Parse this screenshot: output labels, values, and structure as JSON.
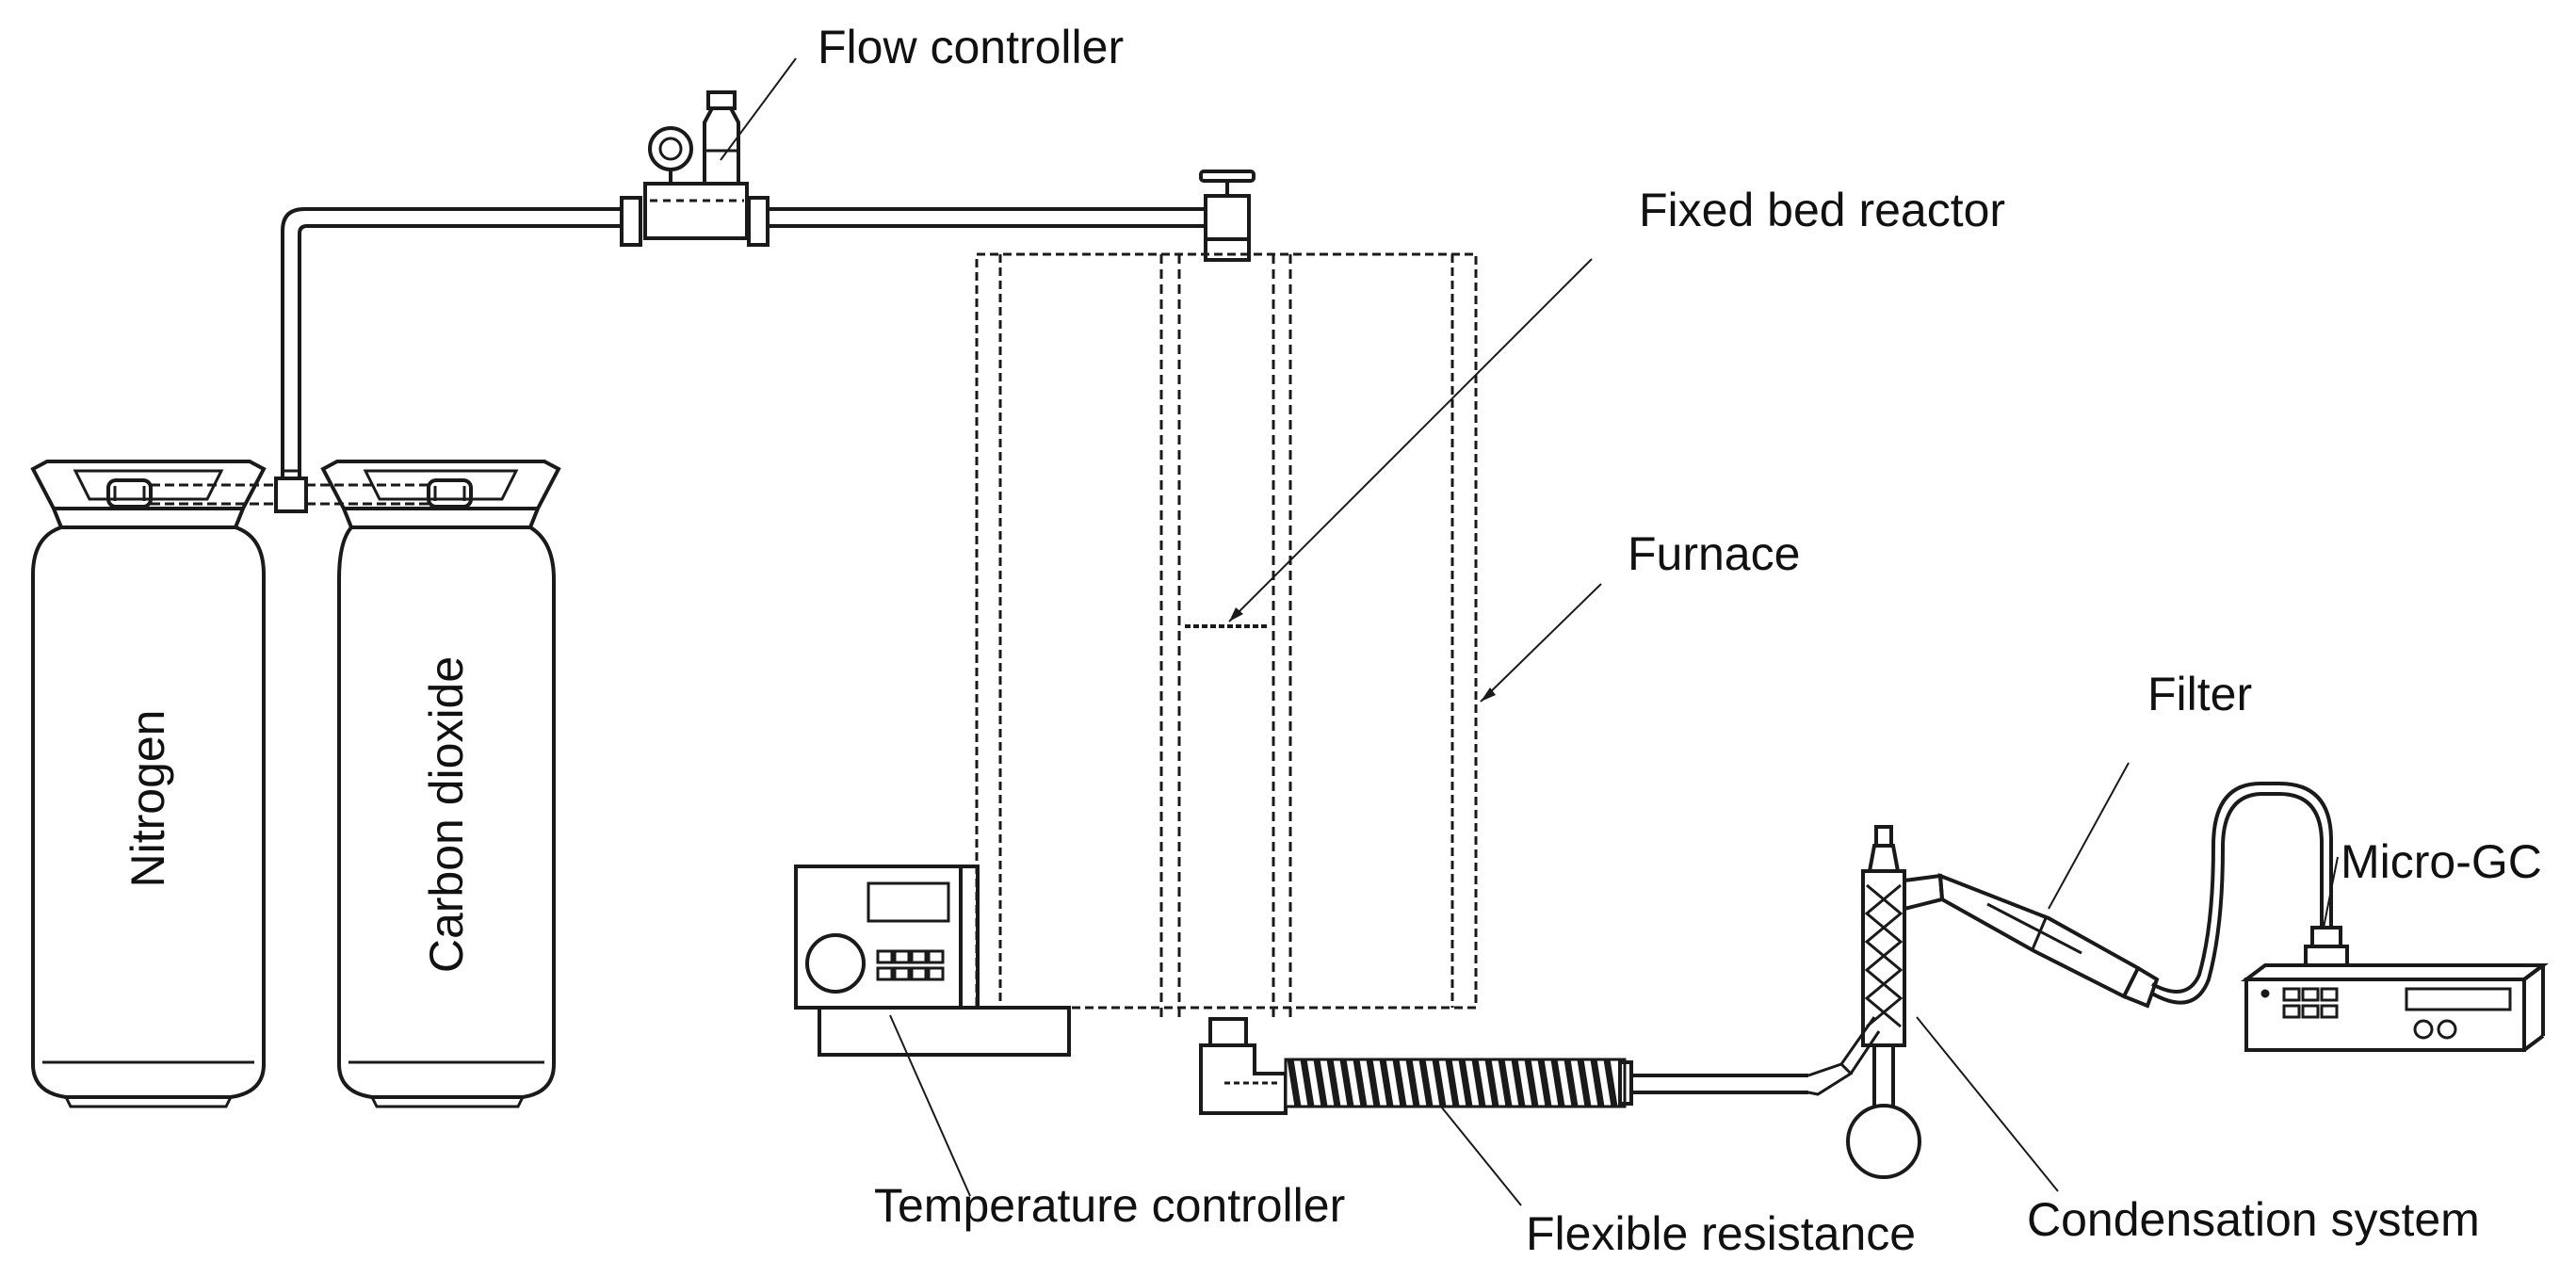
{
  "labels": {
    "flow_controller": "Flow controller",
    "fixed_bed_reactor": "Fixed bed reactor",
    "furnace": "Furnace",
    "filter": "Filter",
    "micro_gc": "Micro-GC",
    "temperature_controller": "Temperature controller",
    "flexible_resistance": "Flexible resistance",
    "condensation_system": "Condensation system",
    "nitrogen": "Nitrogen",
    "carbon_dioxide": "Carbon dioxide"
  },
  "colors": {
    "line": "#1a1a1a",
    "fill": "#ffffff",
    "shade": "#d9d9d9"
  }
}
